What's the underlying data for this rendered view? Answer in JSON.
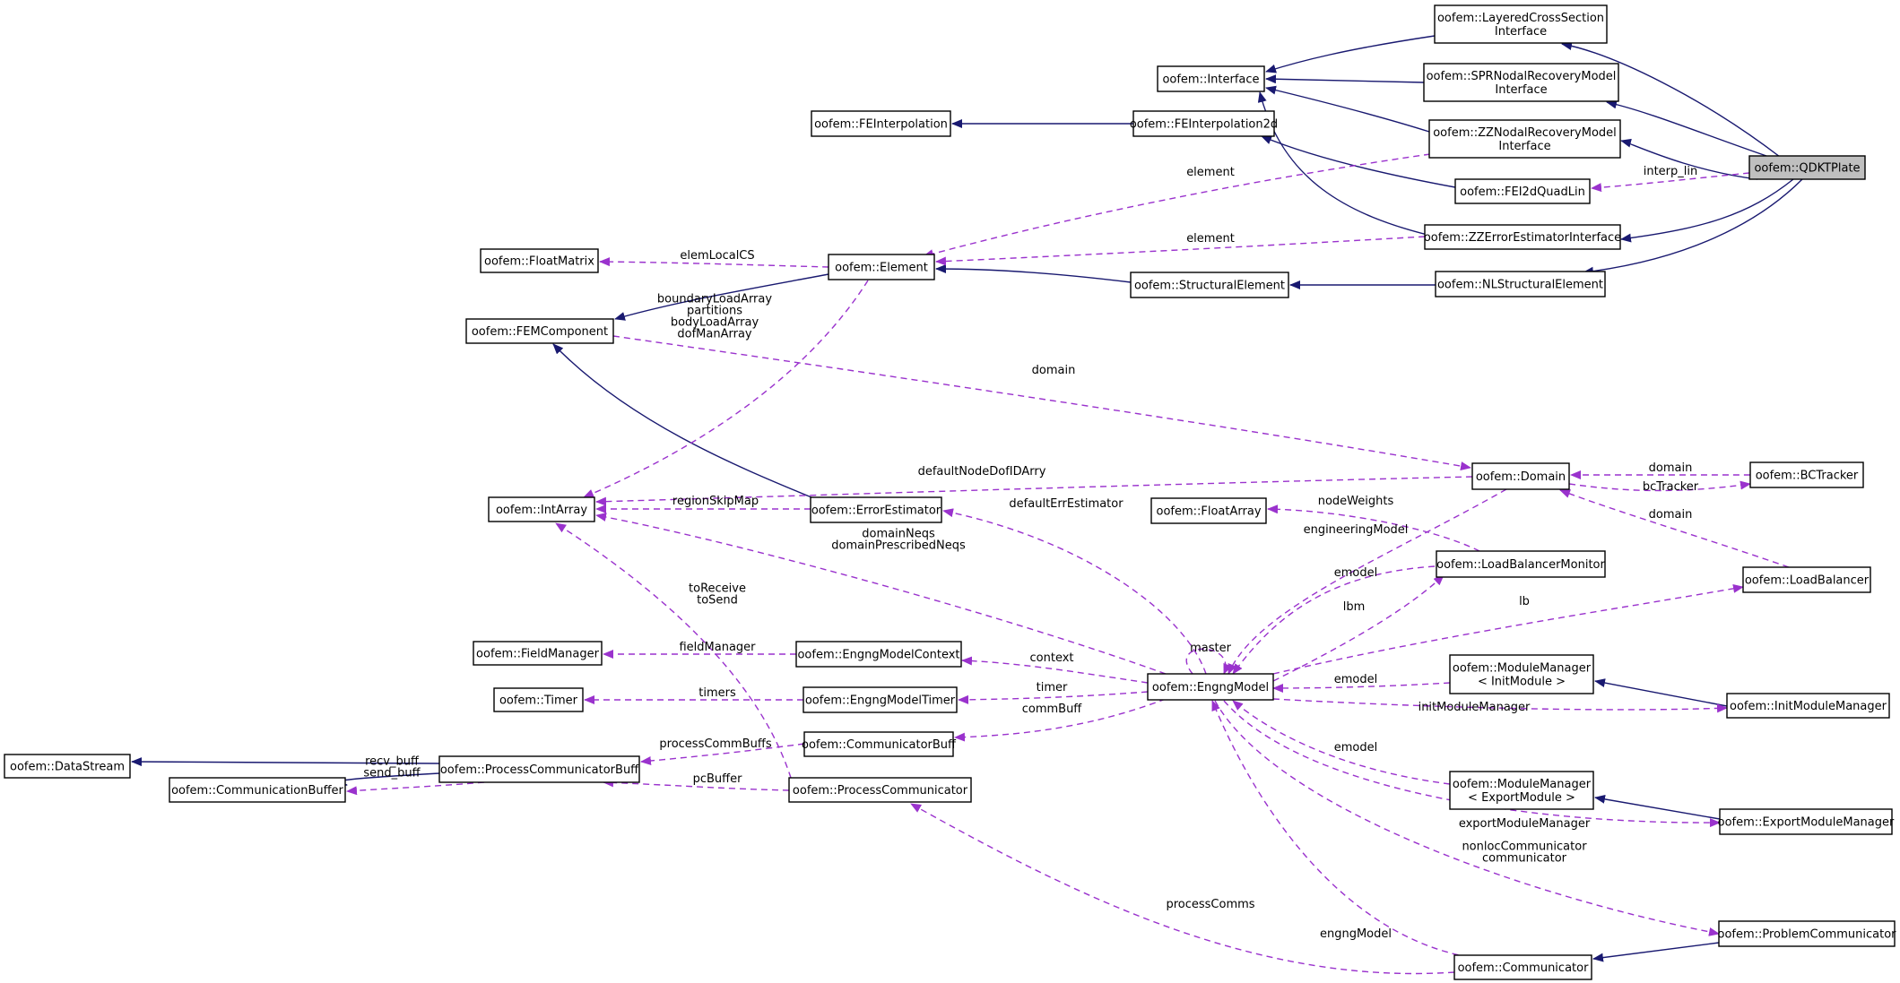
{
  "colors": {
    "inherit": "#191970",
    "use": "#9a32cd",
    "highlight": "#bfbfbf"
  },
  "nodes": {
    "QDKTPlate": [
      "oofem::QDKTPlate"
    ],
    "LayeredCS": [
      "oofem::LayeredCrossSection",
      "Interface"
    ],
    "Interface": [
      "oofem::Interface"
    ],
    "SPR": [
      "oofem::SPRNodalRecoveryModel",
      "Interface"
    ],
    "FEInterpolation": [
      "oofem::FEInterpolation"
    ],
    "FEInterpolation2d": [
      "oofem::FEInterpolation2d"
    ],
    "ZZNodal": [
      "oofem::ZZNodalRecoveryModel",
      "Interface"
    ],
    "FEI2dQuadLin": [
      "oofem::FEI2dQuadLin"
    ],
    "ZZError": [
      "oofem::ZZErrorEstimatorInterface"
    ],
    "FloatMatrix": [
      "oofem::FloatMatrix"
    ],
    "Element": [
      "oofem::Element"
    ],
    "StructuralElement": [
      "oofem::StructuralElement"
    ],
    "NLStructuralElement": [
      "oofem::NLStructuralElement"
    ],
    "FEMComponent": [
      "oofem::FEMComponent"
    ],
    "Domain": [
      "oofem::Domain"
    ],
    "BCTracker": [
      "oofem::BCTracker"
    ],
    "IntArray": [
      "oofem::IntArray"
    ],
    "ErrorEstimator": [
      "oofem::ErrorEstimator"
    ],
    "FloatArray": [
      "oofem::FloatArray"
    ],
    "LoadBalancerMonitor": [
      "oofem::LoadBalancerMonitor"
    ],
    "LoadBalancer": [
      "oofem::LoadBalancer"
    ],
    "FieldManager": [
      "oofem::FieldManager"
    ],
    "EngngModelContext": [
      "oofem::EngngModelContext"
    ],
    "EngngModel": [
      "oofem::EngngModel"
    ],
    "ModuleManagerInit": [
      "oofem::ModuleManager",
      "< InitModule >"
    ],
    "InitModuleManager": [
      "oofem::InitModuleManager"
    ],
    "Timer": [
      "oofem::Timer"
    ],
    "EngngModelTimer": [
      "oofem::EngngModelTimer"
    ],
    "CommunicatorBuff": [
      "oofem::CommunicatorBuff"
    ],
    "DataStream": [
      "oofem::DataStream"
    ],
    "ProcessCommunicatorBuff": [
      "oofem::ProcessCommunicatorBuff"
    ],
    "CommunicationBuffer": [
      "oofem::CommunicationBuffer"
    ],
    "ProcessCommunicator": [
      "oofem::ProcessCommunicator"
    ],
    "ModuleManagerExport": [
      "oofem::ModuleManager",
      "< ExportModule >"
    ],
    "ExportModuleManager": [
      "oofem::ExportModuleManager"
    ],
    "ProblemCommunicator": [
      "oofem::ProblemCommunicator"
    ],
    "Communicator": [
      "oofem::Communicator"
    ]
  },
  "edge_labels": {
    "element_zznodal": [
      "element"
    ],
    "interp_lin": [
      "interp_lin"
    ],
    "element_zzerror": [
      "element"
    ],
    "elemLocalCS": [
      "elemLocalCS"
    ],
    "intarray_element": [
      "boundaryLoadArray",
      "partitions",
      "bodyLoadArray",
      "dofManArray"
    ],
    "domain_fem": [
      "domain"
    ],
    "defaultNodeDofIDArry": [
      "defaultNodeDofIDArry"
    ],
    "bc_domain": [
      "domain"
    ],
    "bcTracker": [
      "bcTracker"
    ],
    "lb_domain": [
      "domain"
    ],
    "regionSkipMap": [
      "regionSkipMap"
    ],
    "defaultErrEstimator": [
      "defaultErrEstimator"
    ],
    "nodeWeights": [
      "nodeWeights"
    ],
    "engineeringModel": [
      "engineeringModel"
    ],
    "domainNeqs": [
      "domainNeqs",
      "domainPrescribedNeqs"
    ],
    "emodel_lbm": [
      "emodel"
    ],
    "lbm": [
      "lbm"
    ],
    "lb": [
      "lb"
    ],
    "toReceive": [
      "toReceive",
      "toSend"
    ],
    "fieldManager": [
      "fieldManager"
    ],
    "context": [
      "context"
    ],
    "master": [
      "master"
    ],
    "emodel_init": [
      "emodel"
    ],
    "timers": [
      "timers"
    ],
    "timer": [
      "timer"
    ],
    "commBuff": [
      "commBuff"
    ],
    "initModuleManager": [
      "initModuleManager"
    ],
    "processCommBuffs": [
      "processCommBuffs"
    ],
    "recv_buff": [
      "recv_buff",
      "send_buff"
    ],
    "pcBuffer": [
      "pcBuffer"
    ],
    "emodel_export": [
      "emodel"
    ],
    "exportModuleManager": [
      "exportModuleManager"
    ],
    "nonlocCommunicator": [
      "nonlocCommunicator",
      "communicator"
    ],
    "processComms": [
      "processComms"
    ],
    "engngModel": [
      "engngModel"
    ]
  }
}
